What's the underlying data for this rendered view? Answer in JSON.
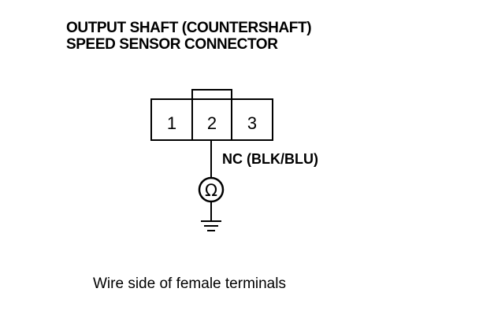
{
  "title": {
    "line1": "OUTPUT SHAFT (COUNTERSHAFT)",
    "line2": "SPEED SENSOR CONNECTOR"
  },
  "connector": {
    "terminals": [
      "1",
      "2",
      "3"
    ]
  },
  "wire": {
    "label": "NC (BLK/BLU)"
  },
  "meter": {
    "symbol": "Ω",
    "icon": "ohmmeter-icon"
  },
  "ground": {
    "icon": "ground-icon"
  },
  "caption": "Wire side of female terminals"
}
